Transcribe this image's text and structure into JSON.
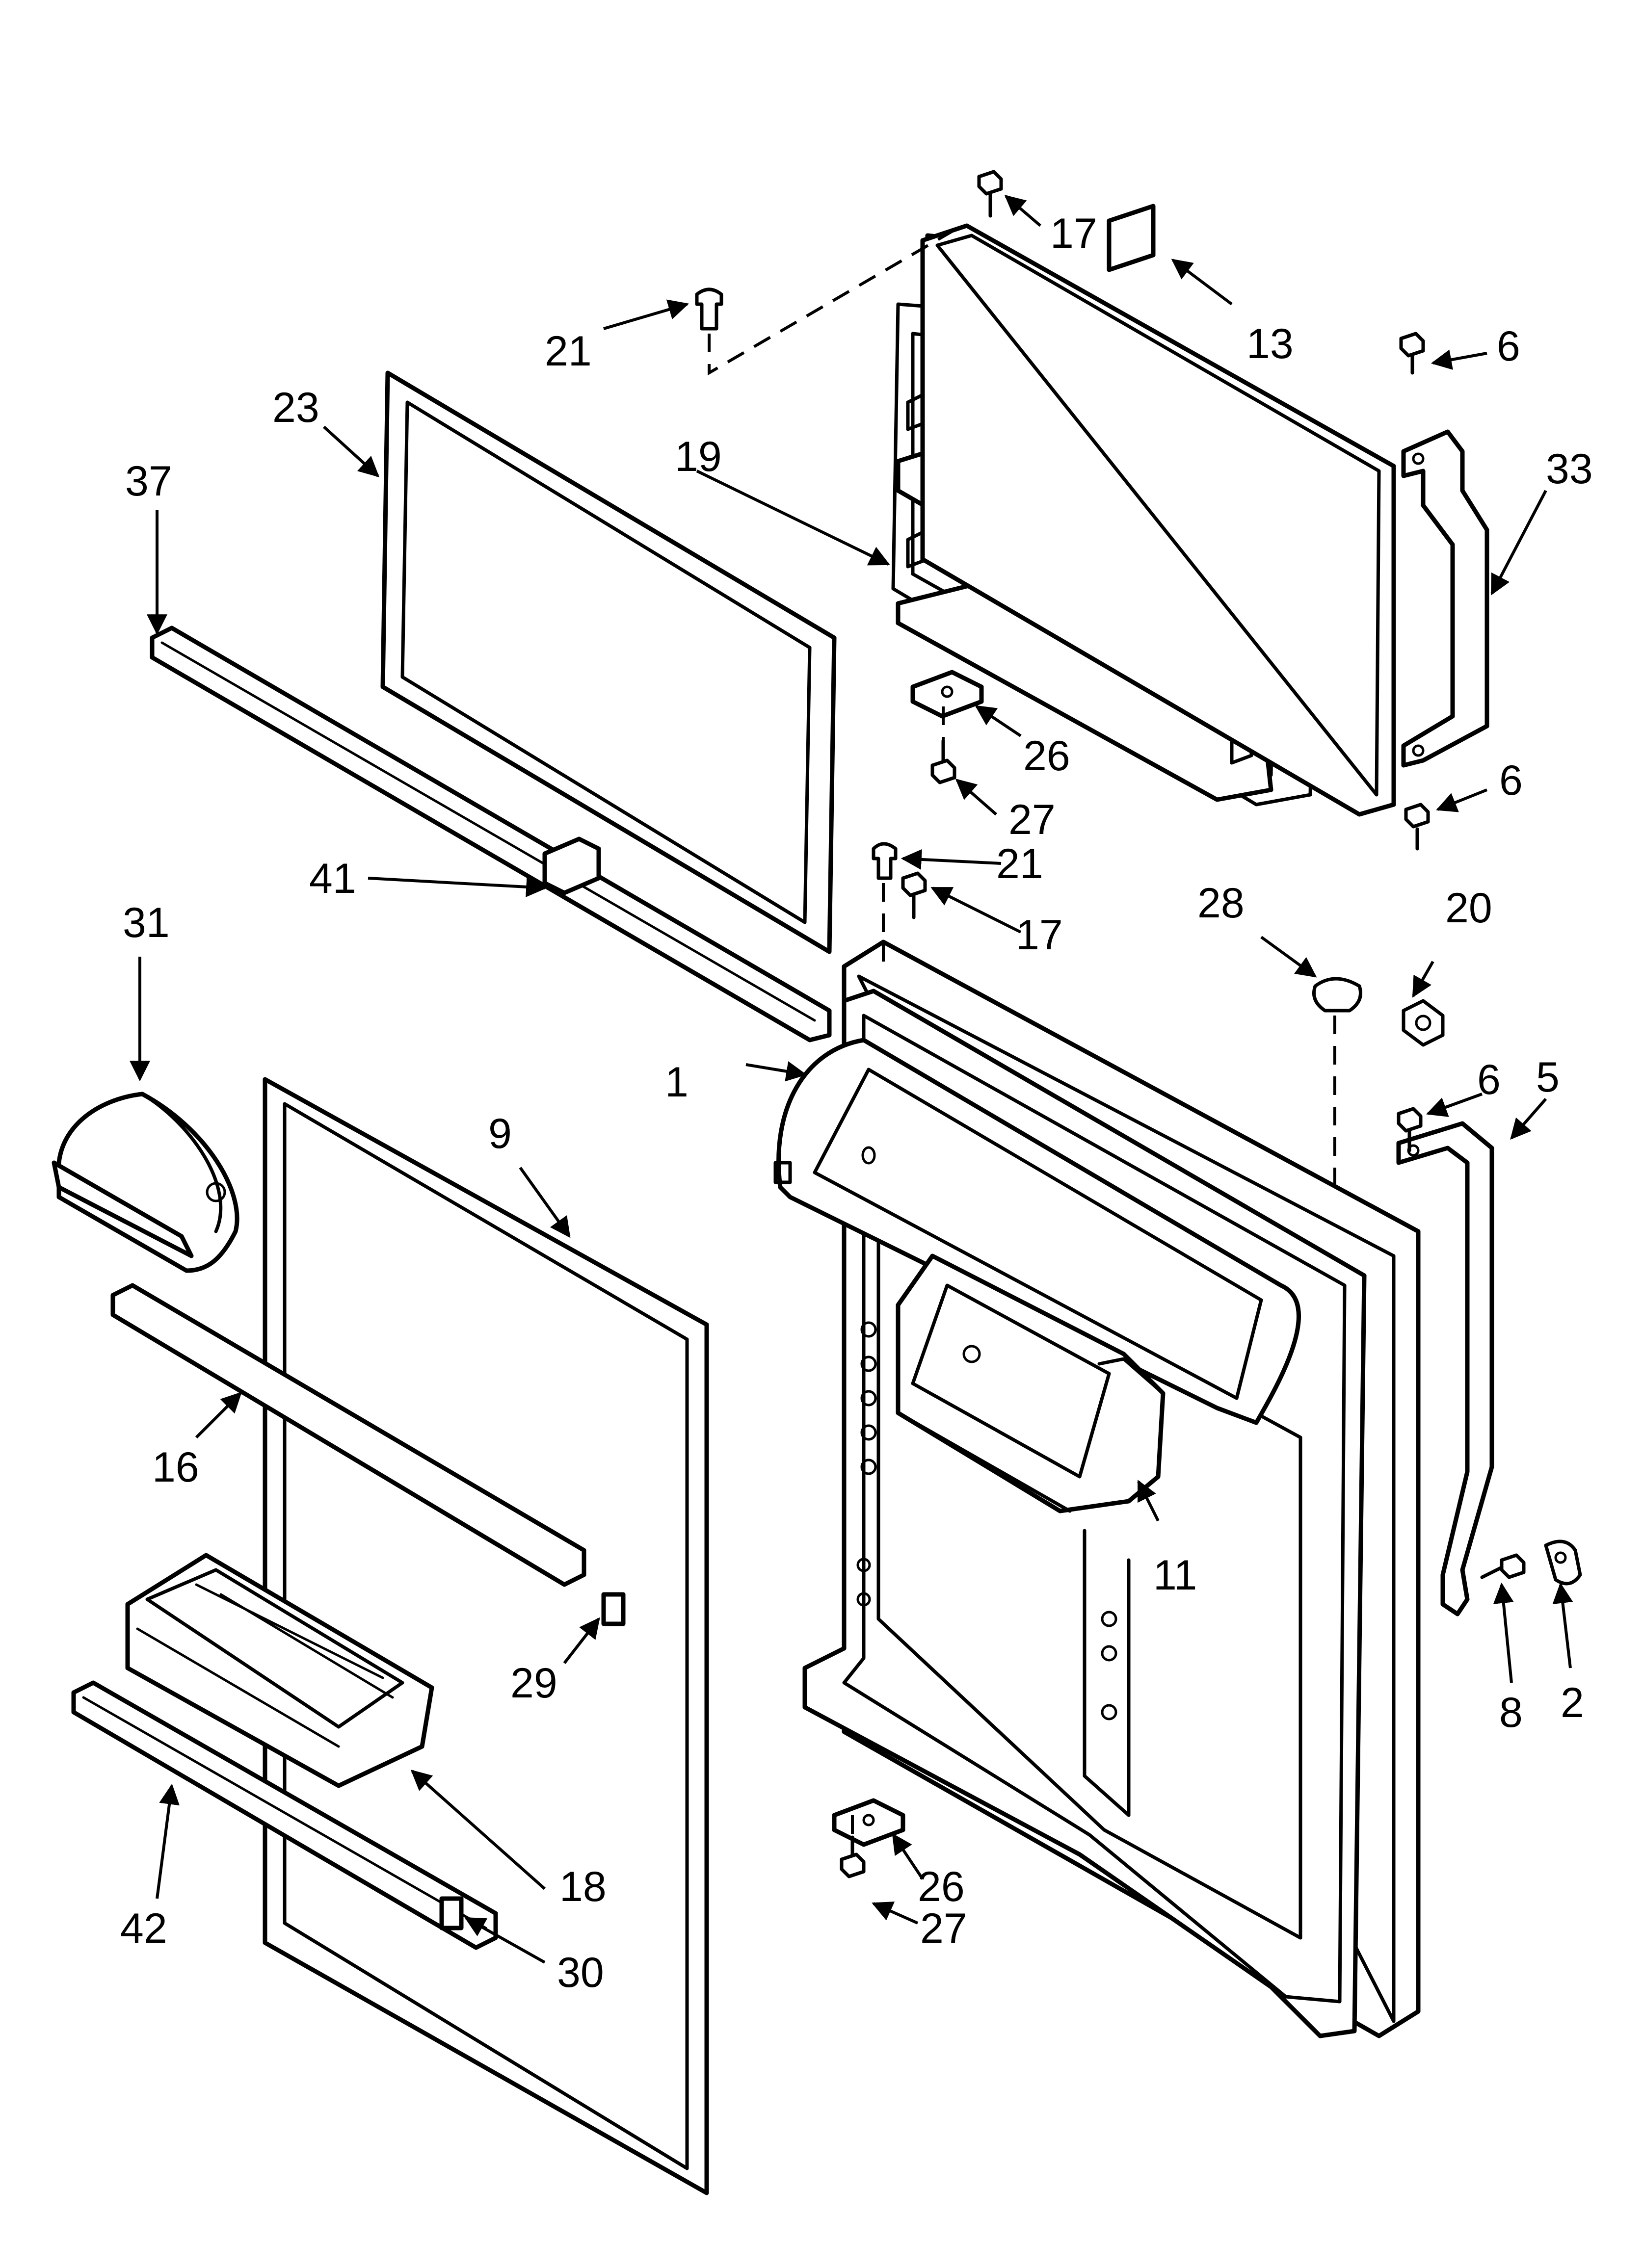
{
  "callouts": {
    "c1": "1",
    "c2": "2",
    "c5": "5",
    "c6a": "6",
    "c6b": "6",
    "c6c": "6",
    "c8": "8",
    "c9": "9",
    "c11": "11",
    "c13": "13",
    "c16": "16",
    "c17a": "17",
    "c17b": "17",
    "c18": "18",
    "c19": "19",
    "c20": "20",
    "c21a": "21",
    "c21b": "21",
    "c23": "23",
    "c26a": "26",
    "c26b": "26",
    "c27a": "27",
    "c27b": "27",
    "c28": "28",
    "c29": "29",
    "c30": "30",
    "c31": "31",
    "c33": "33",
    "c37": "37",
    "c41": "41",
    "c42": "42"
  }
}
